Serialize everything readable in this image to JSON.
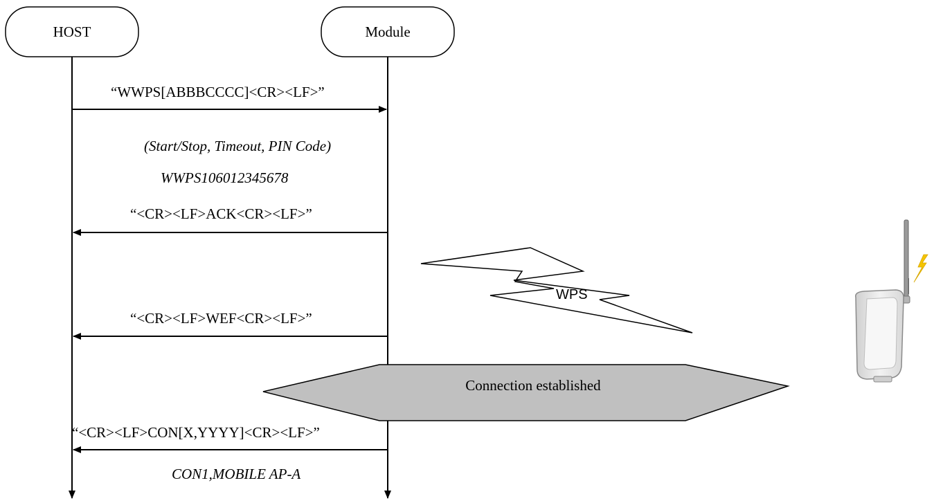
{
  "participants": {
    "host": "HOST",
    "module": "Module"
  },
  "messages": [
    {
      "text": "“WWPS[ABBBCCCC]<CR><LF>”",
      "direction": "host-to-module"
    },
    {
      "text": "“<CR><LF>ACK<CR><LF>”",
      "direction": "module-to-host"
    },
    {
      "text": "“<CR><LF>WEF<CR><LF>”",
      "direction": "module-to-host"
    },
    {
      "text": "“<CR><LF>CON[X,YYYY]<CR><LF>”",
      "direction": "module-to-host"
    }
  ],
  "notes": {
    "params": "(Start/Stop, Timeout, PIN Code)",
    "example_cmd": "WWPS106012345678",
    "example_con": "CON1,MOBILE AP-A"
  },
  "wps_label": "WPS",
  "connection_label": "Connection established",
  "colors": {
    "hexagon_fill": "#c0c0c0",
    "lightning": "#f5c400",
    "router_body": "#e6e6e6"
  }
}
